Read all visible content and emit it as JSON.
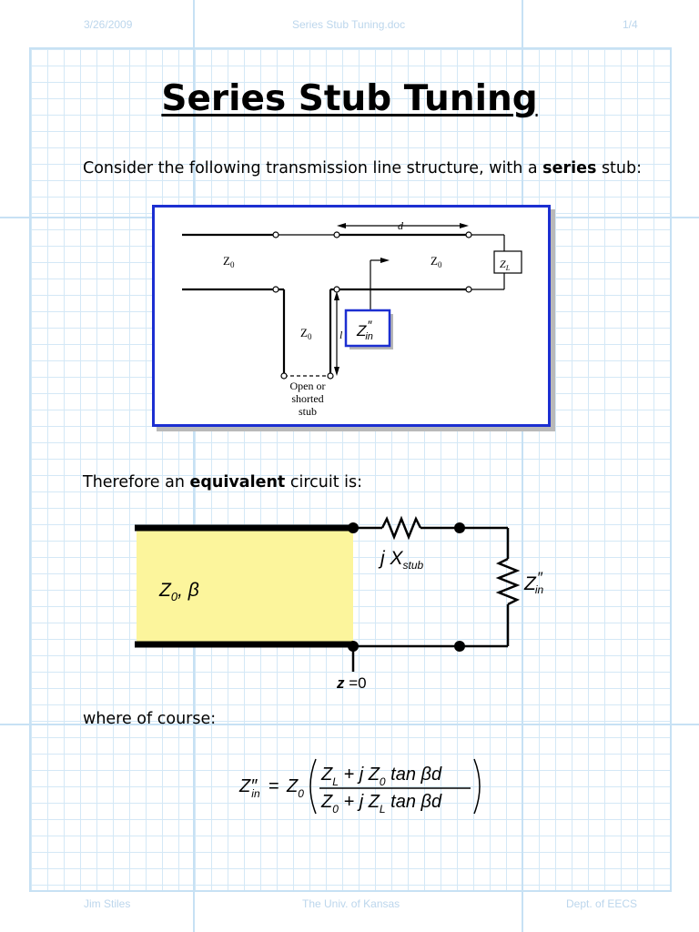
{
  "header": {
    "date": "3/26/2009",
    "filename": "Series Stub Tuning.doc",
    "page": "1/4"
  },
  "title": "Series Stub Tuning",
  "para1": {
    "text_before": "Consider the following transmission line structure, with a ",
    "bold": "series",
    "text_after": " stub:"
  },
  "figure1": {
    "d_label": "d",
    "z0_left": "Z",
    "z0_right": "Z",
    "z0_stub": "Z",
    "sub0": "0",
    "zl_main": "Z",
    "zl_sub": "L",
    "l_label": "l",
    "zin_main": "Z",
    "zin_prime": "″",
    "zin_sub": "in",
    "stub_caption": [
      "Open or",
      "shorted",
      "stub"
    ]
  },
  "para2": {
    "text_before": "Therefore an ",
    "bold": "equivalent",
    "text_after": " circuit is:"
  },
  "figure2": {
    "line_label": "Z",
    "line_sub": "0",
    "line_beta": ", β",
    "jx_j": "j X",
    "jx_sub": "stub",
    "zin_main": "Z",
    "zin_prime": "″",
    "zin_sub": "in",
    "z_axis": "z",
    "z_value": " =0",
    "colors": {
      "line_fill": "#fcf59c",
      "stroke": "#000000"
    }
  },
  "para3": "where of course:",
  "equation": {
    "lhs": "Z″",
    "lhs_sub": "in",
    "eq": "=",
    "z0": "Z",
    "z0_sub": "0",
    "num": [
      "Z",
      "L",
      " + j ",
      "Z",
      "0",
      " tan βd"
    ],
    "den": [
      "Z",
      "0",
      " + j ",
      "Z",
      "L",
      " tan βd"
    ]
  },
  "footer": {
    "author": "Jim Stiles",
    "univ": "The Univ. of Kansas",
    "dept": "Dept. of EECS"
  }
}
